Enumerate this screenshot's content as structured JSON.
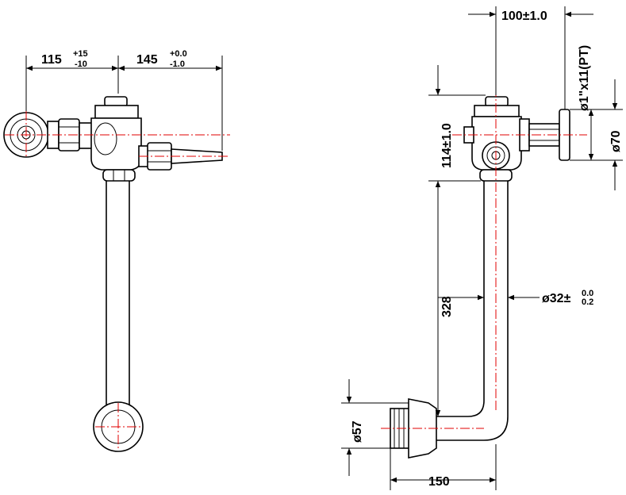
{
  "left_view": {
    "dim_115": {
      "value": "115",
      "tol_upper": "+15",
      "tol_lower": "-10"
    },
    "dim_145": {
      "value": "145",
      "tol_upper": "+0.0",
      "tol_lower": "-1.0"
    }
  },
  "right_view": {
    "dim_100": {
      "value": "100±1.0"
    },
    "dim_114": {
      "value": "114±1.0"
    },
    "dim_328": {
      "value": "328"
    },
    "dim_150": {
      "value": "150"
    },
    "dim_pipe": {
      "value": "ø32±",
      "tol_upper": "0.0",
      "tol_lower": "0.2"
    },
    "dim_57": {
      "value": "ø57"
    },
    "dim_70": {
      "value": "ø70"
    },
    "dim_thread": {
      "value": "ø1\"x11(PT)"
    }
  },
  "colors": {
    "line": "#000000",
    "centerline": "#e00000"
  }
}
